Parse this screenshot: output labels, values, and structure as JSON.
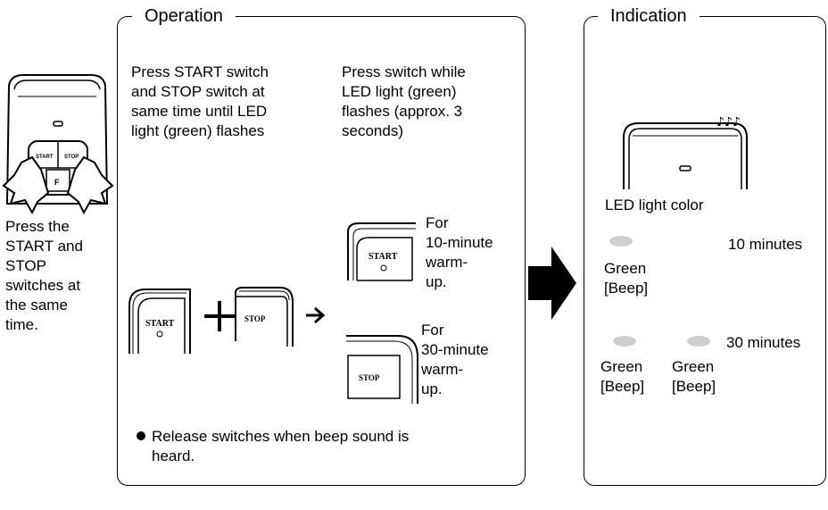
{
  "left": {
    "caption": "Press the\nSTART and\nSTOP\nswitches at\nthe same\ntime.",
    "remote_start": "START",
    "remote_stop": "STOP",
    "remote_f": "F"
  },
  "operation": {
    "title": "Operation",
    "step1": "Press START switch\nand STOP switch at\nsame time until LED\nlight (green) flashes",
    "step2": "Press switch while\nLED light (green)\nflashes (approx. 3\nseconds)",
    "start_label": "START",
    "stop_label": "STOP",
    "option1": "For\n10-minute\nwarm-\nup.",
    "option2": "For\n30-minute\nwarm-\nup.",
    "note": "Release switches when beep sound is\nheard."
  },
  "indication": {
    "title": "Indication",
    "led_color_label": "LED light color",
    "ten_minutes": "10 minutes",
    "green_beep_1": "Green\n[Beep]",
    "thirty_minutes": "30 minutes",
    "green_beep_2a": "Green\n[Beep]",
    "green_beep_2b": "Green\n[Beep]"
  },
  "colors": {
    "led": "#cfcfcf",
    "arrow": "#000000"
  }
}
